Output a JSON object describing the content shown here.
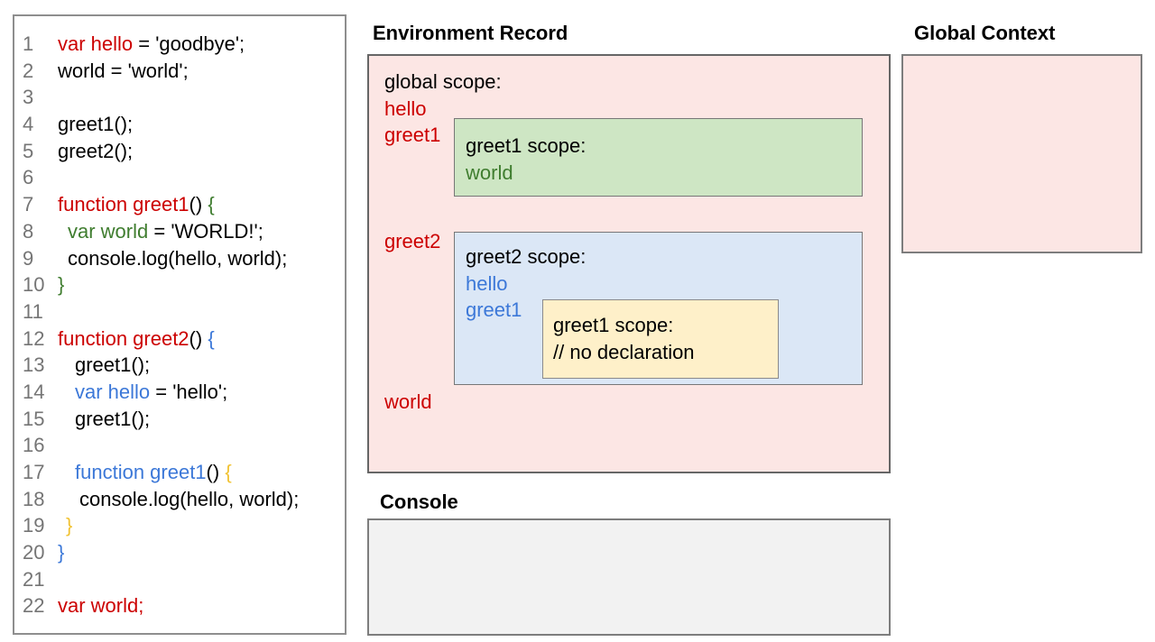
{
  "panels": {
    "environment_record": {
      "title": "Environment Record"
    },
    "global_context": {
      "title": "Global Context"
    },
    "console": {
      "title": "Console"
    }
  },
  "env_record": {
    "global_scope": {
      "heading": "global scope:",
      "items": [
        {
          "name": "hello",
          "color": "red"
        },
        {
          "name": "greet1",
          "color": "red"
        },
        {
          "name": "greet2",
          "color": "red"
        },
        {
          "name": "world",
          "color": "red"
        }
      ]
    },
    "greet1_scope": {
      "heading": "greet1 scope:",
      "items": [
        {
          "name": "world",
          "color": "green"
        }
      ]
    },
    "greet2_scope": {
      "heading": "greet2 scope:",
      "items": [
        {
          "name": "hello",
          "color": "blue"
        },
        {
          "name": "greet1",
          "color": "blue"
        }
      ]
    },
    "greet1_inner_scope": {
      "heading": "greet1 scope:",
      "comment": "// no declaration"
    }
  },
  "code": {
    "lines": [
      {
        "number": "1",
        "indent": 0,
        "segments": [
          {
            "color": "red",
            "text": "var hello"
          },
          {
            "color": "black",
            "text": " = 'goodbye';"
          }
        ]
      },
      {
        "number": "2",
        "indent": 0,
        "segments": [
          {
            "color": "black",
            "text": "world = 'world';"
          }
        ]
      },
      {
        "number": "3",
        "indent": 0,
        "segments": []
      },
      {
        "number": "4",
        "indent": 0,
        "segments": [
          {
            "color": "black",
            "text": "greet1();"
          }
        ]
      },
      {
        "number": "5",
        "indent": 0,
        "segments": [
          {
            "color": "black",
            "text": "greet2();"
          }
        ]
      },
      {
        "number": "6",
        "indent": 0,
        "segments": []
      },
      {
        "number": "7",
        "indent": 0,
        "segments": [
          {
            "color": "red",
            "text": "function greet1"
          },
          {
            "color": "black",
            "text": "() "
          },
          {
            "color": "green",
            "text": "{"
          }
        ]
      },
      {
        "number": "8",
        "indent": 11,
        "segments": [
          {
            "color": "green",
            "text": "var world"
          },
          {
            "color": "black",
            "text": " = 'WORLD!';"
          }
        ]
      },
      {
        "number": "9",
        "indent": 11,
        "segments": [
          {
            "color": "black",
            "text": "console.log(hello, world);"
          }
        ]
      },
      {
        "number": "10",
        "indent": 0,
        "segments": [
          {
            "color": "green",
            "text": "}"
          }
        ]
      },
      {
        "number": "11",
        "indent": 0,
        "segments": []
      },
      {
        "number": "12",
        "indent": 0,
        "segments": [
          {
            "color": "red",
            "text": "function greet2"
          },
          {
            "color": "black",
            "text": "() "
          },
          {
            "color": "blue",
            "text": "{"
          }
        ]
      },
      {
        "number": "13",
        "indent": 19,
        "segments": [
          {
            "color": "black",
            "text": "greet1();"
          }
        ]
      },
      {
        "number": "14",
        "indent": 19,
        "segments": [
          {
            "color": "blue",
            "text": "var hello"
          },
          {
            "color": "black",
            "text": " = 'hello';"
          }
        ]
      },
      {
        "number": "15",
        "indent": 19,
        "segments": [
          {
            "color": "black",
            "text": "greet1();"
          }
        ]
      },
      {
        "number": "16",
        "indent": 0,
        "segments": []
      },
      {
        "number": "17",
        "indent": 19,
        "segments": [
          {
            "color": "blue",
            "text": "function greet1"
          },
          {
            "color": "black",
            "text": "() "
          },
          {
            "color": "gold",
            "text": "{"
          }
        ]
      },
      {
        "number": "18",
        "indent": 24,
        "segments": [
          {
            "color": "black",
            "text": "console.log(hello, world);"
          }
        ]
      },
      {
        "number": "19",
        "indent": 9,
        "segments": [
          {
            "color": "gold",
            "text": "}"
          }
        ]
      },
      {
        "number": "20",
        "indent": 0,
        "segments": [
          {
            "color": "blue",
            "text": "}"
          }
        ]
      },
      {
        "number": "21",
        "indent": 0,
        "segments": []
      },
      {
        "number": "22",
        "indent": 0,
        "segments": [
          {
            "color": "red",
            "text": "var world;"
          }
        ]
      }
    ]
  },
  "colors": {
    "code_red": "#cc0000",
    "code_green": "#3f7d2f",
    "code_blue": "#3c78d8",
    "code_gold": "#f1c232",
    "line_number_gray": "#757575",
    "global_scope_bg": "#fce6e4",
    "greet1_scope_bg": "#cee6c4",
    "greet2_scope_bg": "#dbe7f6",
    "greet1_inner_scope_bg": "#fef0c9",
    "console_bg": "#f2f2f2"
  }
}
